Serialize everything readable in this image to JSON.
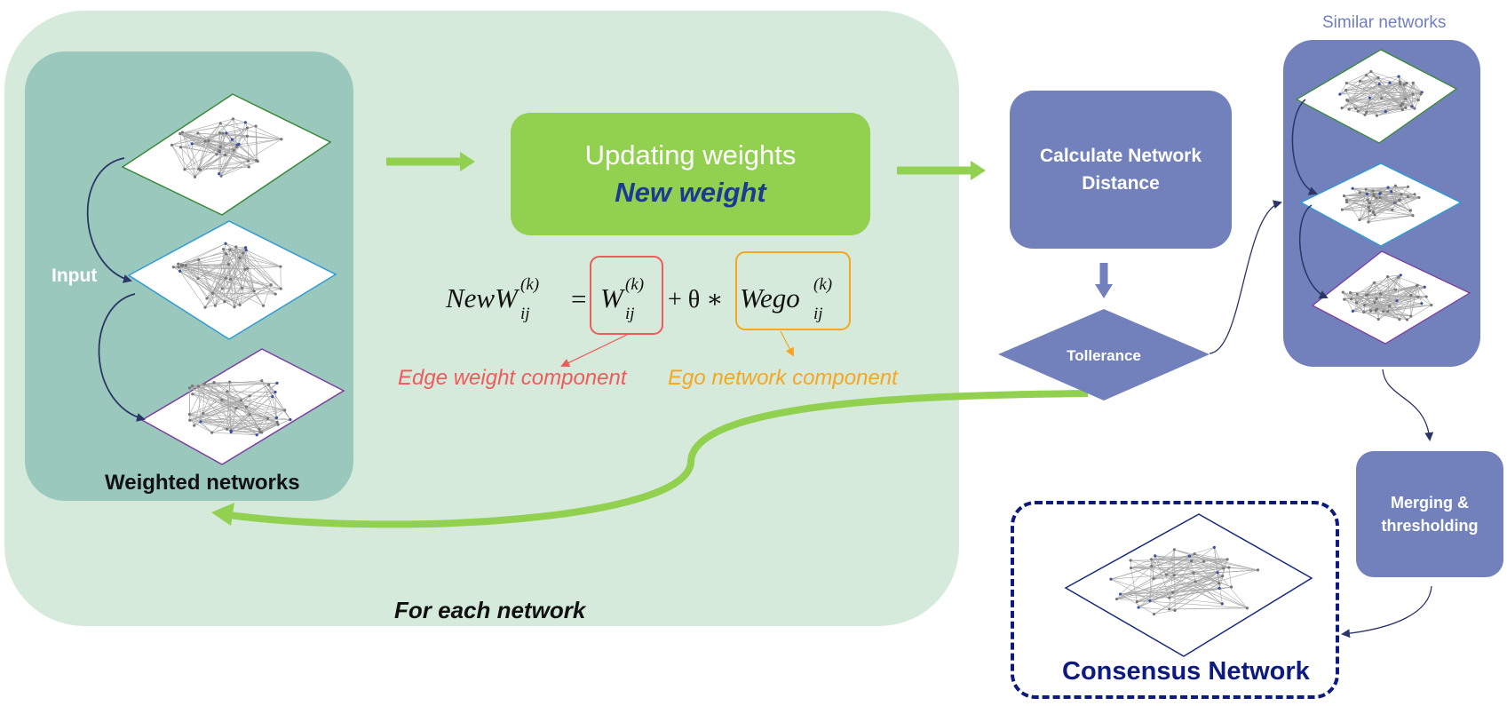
{
  "regions": {
    "outer_label": "For each network",
    "inner_label": "Weighted networks",
    "input_label": "Input"
  },
  "update_box": {
    "title": "Updating weights",
    "subtitle": "New weight"
  },
  "formula": {
    "lhs_base": "NewW",
    "sub": "ij",
    "sup": "(k)",
    "equals": "=",
    "term1_base": "W",
    "operator": "+ θ ∗",
    "term2_base": "Wego"
  },
  "annotations": {
    "edge": "Edge weight component",
    "ego": "Ego network component"
  },
  "calc_box": {
    "line1": "Calculate Network",
    "line2": "Distance"
  },
  "tolerance": "Tollerance",
  "similar_label": "Similar networks",
  "merge_box": {
    "line1": "Merging &",
    "line2": "thresholding"
  },
  "consensus_label": "Consensus Network",
  "colors": {
    "outer_region": "#d5eadb",
    "inner_panel": "#9bc8bd",
    "green": "#92d050",
    "purple_blue": "#7281bb",
    "navy": "#0d1a80",
    "edge_red": "#f05a5a",
    "ego_orange": "#f5a623"
  }
}
